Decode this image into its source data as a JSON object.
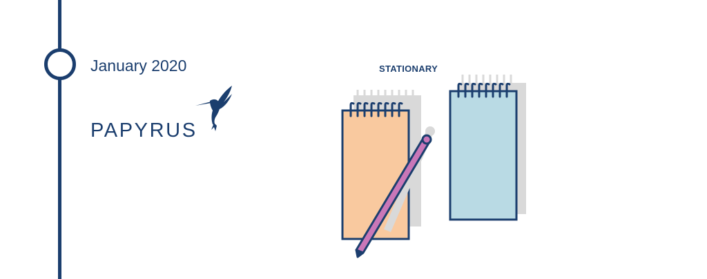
{
  "entry": {
    "date": "January 2020"
  },
  "brand": {
    "name": "PAPYRUS",
    "logo_icon": "hummingbird-icon"
  },
  "category": {
    "label": "STATIONARY",
    "illustration": "notepads-and-pen-illustration"
  },
  "colors": {
    "navy": "#1b3e6e",
    "orange_pad": "#f9c99f",
    "blue_pad": "#b9dae4",
    "pen": "#c977b8",
    "shadow": "#d9d9d9"
  }
}
